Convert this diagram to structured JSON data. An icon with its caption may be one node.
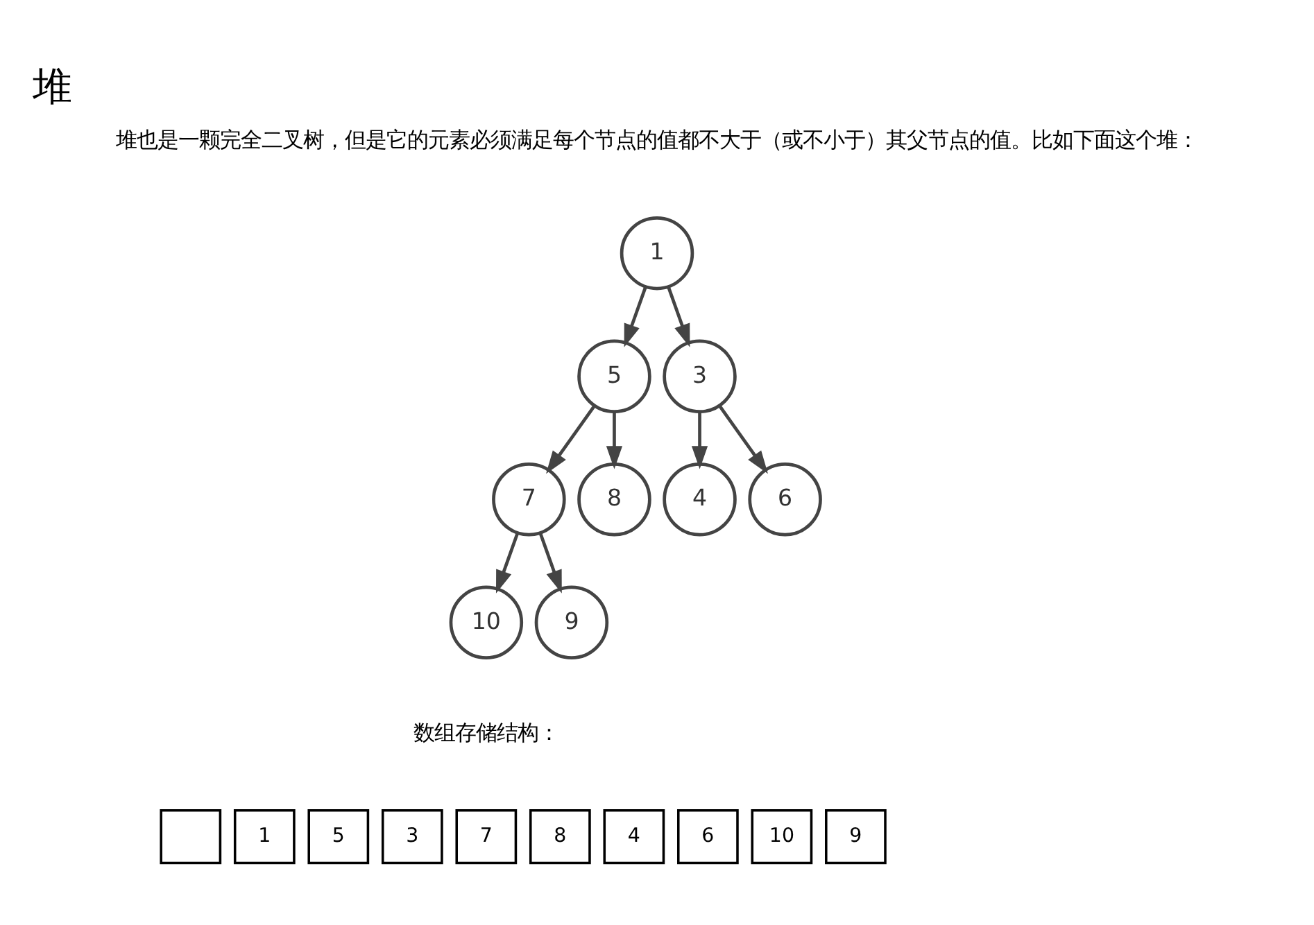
{
  "diagram": {
    "title": "堆",
    "nodes": [
      {
        "text": [
          "1"
        ]
      },
      {
        "text": [
          "5"
        ]
      },
      {
        "text": [
          "3"
        ]
      },
      {
        "text": [
          "7"
        ]
      },
      {
        "text": [
          "8"
        ]
      },
      {
        "text": [
          "4"
        ]
      },
      {
        "text": [
          "6"
        ]
      },
      {
        "text": [
          "10"
        ]
      },
      {
        "text": [
          "9"
        ]
      },
      {
        "text": [],
        "shape": "box"
      },
      {
        "text": [
          "1"
        ]
      },
      {
        "text": [
          "5"
        ]
      },
      {
        "text": [
          "3"
        ]
      },
      {
        "text": [
          "7"
        ]
      },
      {
        "text": [
          "8"
        ]
      },
      {
        "text": [
          "4"
        ]
      },
      {
        "text": [
          "6"
        ]
      },
      {
        "text": [
          "10"
        ]
      },
      {
        "text": [
          "9"
        ]
      }
    ],
    "edges": [
      {
        "from": 0,
        "to": 1,
        "arrow": "to"
      },
      {
        "from": 0,
        "to": 2,
        "arrow": "to"
      },
      {
        "from": 1,
        "to": 3,
        "arrow": "to"
      },
      {
        "from": 1,
        "to": 4,
        "arrow": "to"
      },
      {
        "from": 2,
        "to": 5,
        "arrow": "to"
      },
      {
        "from": 2,
        "to": 6,
        "arrow": "to"
      },
      {
        "from": 3,
        "to": 7,
        "arrow": "to"
      },
      {
        "from": 3,
        "to": 8,
        "arrow": "to"
      }
    ],
    "labels": [
      "堆也是一颗完全二叉树，但是它的元素必须满足每个节点的值都不大于（或不小于）其父节点的值。比如下面这个堆：",
      "数组存储结构："
    ]
  }
}
